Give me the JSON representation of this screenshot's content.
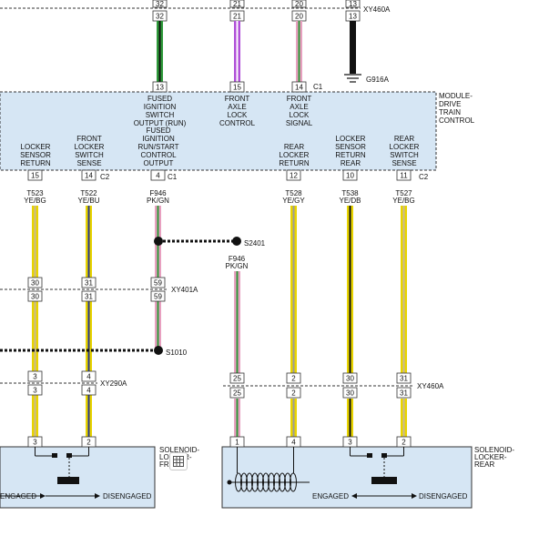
{
  "connectors": {
    "xy460a_top": "XY460A",
    "g916a": "G916A",
    "c1": "C1",
    "c2": "C2",
    "xy401a": "XY401A",
    "xy290a": "XY290A",
    "xy460a_bottom": "XY460A"
  },
  "module": {
    "name": [
      "MODULE-",
      "DRIVE",
      "TRAIN",
      "CONTROL"
    ]
  },
  "module_circuits": {
    "fused_ign_run": [
      "FUSED",
      "IGNITION",
      "SWITCH",
      "OUTPUT (RUN)"
    ],
    "front_axle_lock_control": [
      "FRONT",
      "AXLE",
      "LOCK",
      "CONTROL"
    ],
    "front_axle_lock_signal": [
      "FRONT",
      "AXLE",
      "LOCK",
      "SIGNAL"
    ],
    "locker_sensor_return": [
      "LOCKER",
      "SENSOR",
      "RETURN"
    ],
    "front_locker_switch_sense": [
      "FRONT",
      "LOCKER",
      "SWITCH",
      "SENSE"
    ],
    "fused_ign_run_start": [
      "FUSED",
      "IGNITION",
      "RUN/START",
      "CONTROL",
      "OUTPUT"
    ],
    "rear_locker_return": [
      "REAR",
      "LOCKER",
      "RETURN"
    ],
    "locker_sensor_return_rear": [
      "LOCKER",
      "SENSOR",
      "RETURN",
      "REAR"
    ],
    "rear_locker_switch_sense": [
      "REAR",
      "LOCKER",
      "SWITCH",
      "SENSE"
    ]
  },
  "pins": {
    "top_row_upper": [
      "32",
      "21",
      "20",
      "13"
    ],
    "top_row_lower": [
      "32",
      "21",
      "20",
      "13"
    ],
    "module_top": [
      "13",
      "15",
      "14"
    ],
    "module_bottom": [
      "15",
      "14",
      "4",
      "12",
      "10",
      "11"
    ],
    "xy401a_upper": [
      "30",
      "31",
      "59"
    ],
    "xy401a_lower": [
      "30",
      "31",
      "59"
    ],
    "xy290a_upper": [
      "3",
      "4"
    ],
    "xy290a_lower": [
      "3",
      "4"
    ],
    "xy460a_upper": [
      "25",
      "2",
      "30",
      "31"
    ],
    "xy460a_lower": [
      "25",
      "2",
      "30",
      "31"
    ],
    "sol_front": [
      "3",
      "2"
    ],
    "sol_rear": [
      "1",
      "4",
      "3",
      "2"
    ]
  },
  "wires": {
    "t523": {
      "id": "T523",
      "color": "YE/BG"
    },
    "t522": {
      "id": "T522",
      "color": "YE/BU"
    },
    "f946": {
      "id": "F946",
      "color": "PK/GN"
    },
    "t528": {
      "id": "T528",
      "color": "YE/GY"
    },
    "t538": {
      "id": "T538",
      "color": "YE/DB"
    },
    "t527": {
      "id": "T527",
      "color": "YE/BG"
    },
    "f946_splice": {
      "id": "F946",
      "color": "PK/GN"
    }
  },
  "splices": {
    "s2401": "S2401",
    "s1010": "S1010"
  },
  "solenoid_front": {
    "name": [
      "SOLENOID-",
      "LOCKER-",
      "FR"
    ],
    "engaged": "ENGAGED",
    "disengaged": "DISENGAGED"
  },
  "solenoid_rear": {
    "name": [
      "SOLENOID-",
      "LOCKER-",
      "REAR"
    ],
    "engaged": "ENGAGED",
    "disengaged": "DISENGAGED"
  },
  "colors": {
    "module_fill": "#d6e6f4",
    "yellow": "#e8d400",
    "green": "#2e9a3a",
    "violet": "#b050d8",
    "pink": "#e8a0c0",
    "black": "#111111",
    "gray": "#9a9a9a",
    "dark_blue": "#2a3a8a"
  },
  "icons": {
    "table_icon": "table-icon"
  }
}
